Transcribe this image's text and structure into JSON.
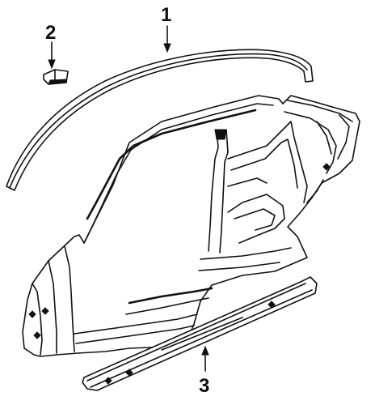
{
  "diagram": {
    "callouts": [
      {
        "id": "1",
        "label": "1"
      },
      {
        "id": "2",
        "label": "2"
      },
      {
        "id": "3",
        "label": "3"
      }
    ],
    "colors": {
      "ink": "#111111",
      "background": "#ffffff"
    }
  }
}
